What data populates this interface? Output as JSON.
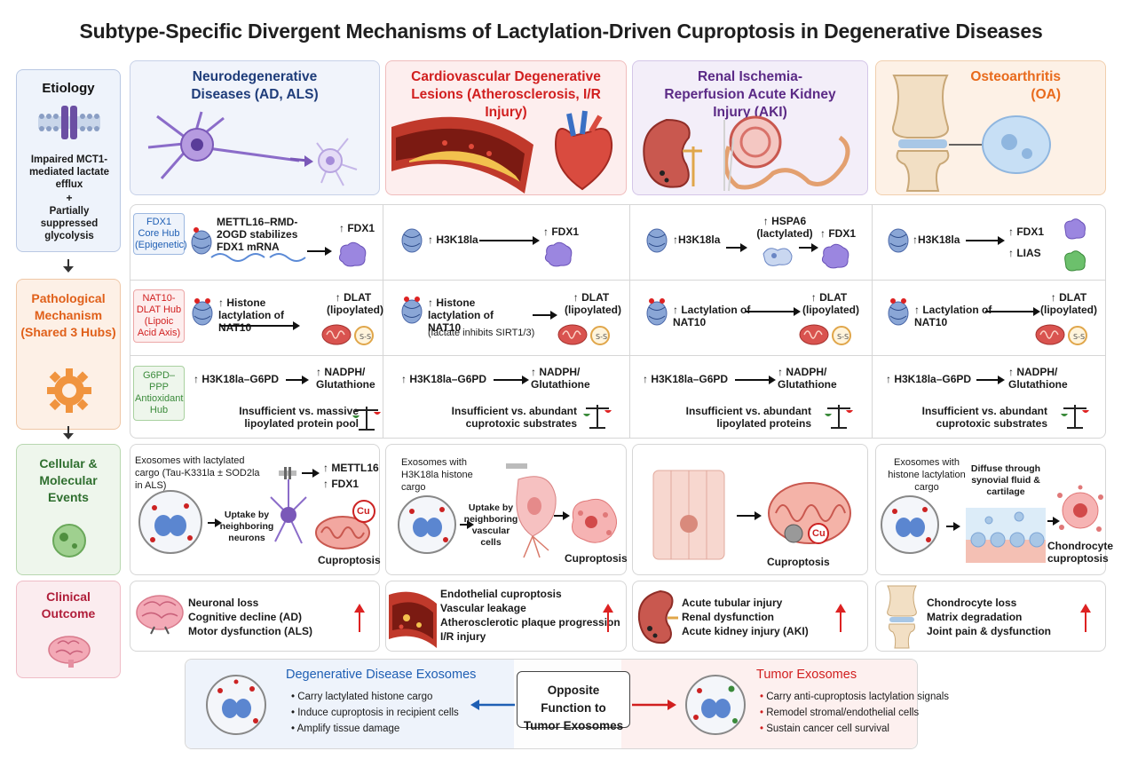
{
  "title": "Subtype-Specific Divergent Mechanisms of Lactylation-Driven Cuproptosis in Degenerative Diseases",
  "left": {
    "etiology": {
      "title": "Etiology",
      "text1": "Impaired MCT1-mediated lactate efflux",
      "plus": "+",
      "text2": "Partially suppressed glycolysis"
    },
    "pathological": {
      "title": "Pathological Mechanism (Shared 3 Hubs)"
    },
    "cellular": {
      "title": "Cellular & Molecular Events"
    },
    "clinical": {
      "title": "Clinical Outcome"
    }
  },
  "columns": [
    {
      "header": "Neurodegenerative Diseases (AD, ALS)",
      "color": "#1f3d7a"
    },
    {
      "header": "Cardiovascular Degenerative Lesions (Atherosclerosis, I/R Injury)",
      "color": "#d11f1f"
    },
    {
      "header": "Renal Ischemia-Reperfusion Acute Kidney Injury (AKI)",
      "color": "#5b2a86"
    },
    {
      "header": "Osteoarthritis (OA)",
      "color": "#e86a1c"
    }
  ],
  "hubs": {
    "fdx1": "FDX1 Core Hub (Epigenetic)",
    "dlat": "NAT10-DLAT Hub (Lipoic Acid Axis)",
    "g6pd": "G6PD–PPP Antioxidant Hub"
  },
  "rows": {
    "fdx1": {
      "c1": {
        "left": "METTL16–RMD-2OGD stabilizes FDX1 mRNA",
        "right": "↑ FDX1"
      },
      "c2": {
        "left": "↑ H3K18la",
        "right": "↑ FDX1"
      },
      "c3": {
        "left": "↑H3K18la",
        "mid": "↑ HSPA6 (lactylated)",
        "right": "↑ FDX1"
      },
      "c4": {
        "left": "↑H3K18la",
        "right1": "↑ FDX1",
        "right2": "↑ LIAS"
      }
    },
    "dlat": {
      "c1": {
        "left": "↑ Histone lactylation of NAT10",
        "right": "↑ DLAT (lipoylated)"
      },
      "c2": {
        "left": "↑ Histone lactylation of NAT10",
        "note": "(lactate inhibits SIRT1/3)",
        "right": "↑ DLAT (lipoylated)"
      },
      "c3": {
        "left": "↑ Lactylation of NAT10",
        "right": "↑ DLAT (lipoylated)"
      },
      "c4": {
        "left": "↑ Lactylation of NAT10",
        "right": "↑ DLAT (lipoylated)"
      }
    },
    "g6pd": {
      "c1": {
        "left": "↑ H3K18la–G6PD",
        "right": "↑ NADPH/ Glutathione",
        "note": "Insufficient vs. massive lipoylated protein pool"
      },
      "c2": {
        "left": "↑ H3K18la–G6PD",
        "right": "↑ NADPH/ Glutathione",
        "note": "Insufficient vs. abundant cuprotoxic substrates"
      },
      "c3": {
        "left": "↑ H3K18la–G6PD",
        "right": "↑ NADPH/ Glutathione",
        "note": "Insufficient vs. abundant lipoylated proteins"
      },
      "c4": {
        "left": "↑ H3K18la–G6PD",
        "right": "↑ NADPH/ Glutathione",
        "note": "Insufficient vs. abundant cuprotoxic substrates"
      }
    }
  },
  "cellular": {
    "c1": {
      "top": "Exosomes with lactylated cargo (Tau-K331la ± SOD2la in ALS)",
      "uptake": "Uptake by neighboring neurons",
      "markers": "↑ METTL16",
      "markers2": "↑ FDX1",
      "cu": "Cu",
      "label": "Cuproptosis"
    },
    "c2": {
      "top": "Exosomes with H3K18la histone cargo",
      "uptake": "Uptake by neighboring vascular cells",
      "label": "Cuproptosis"
    },
    "c3": {
      "cu": "Cu",
      "label": "Cuproptosis"
    },
    "c4": {
      "top": "Exosomes with histone lactylation cargo",
      "diffuse": "Diffuse through synovial fluid & cartilage",
      "label": "Chondrocyte cuproptosis"
    }
  },
  "clinical": {
    "c1": [
      "Neuronal loss",
      "Cognitive decline (AD)",
      "Motor dysfunction (ALS)"
    ],
    "c2": [
      "Endothelial cuproptosis",
      "Vascular leakage",
      "Atherosclerotic plaque progression",
      "I/R injury"
    ],
    "c3": [
      "Acute tubular injury",
      "Renal dysfunction",
      "Acute kidney injury (AKI)"
    ],
    "c4": [
      "Chondrocyte loss",
      "Matrix degradation",
      "Joint pain & dysfunction"
    ]
  },
  "bottom": {
    "left_title": "Degenerative Disease Exosomes",
    "left_items": [
      "Carry lactylated histone cargo",
      "Induce cuproptosis in recipient cells",
      "Amplify tissue damage"
    ],
    "center": "Opposite Function to Tumor Exosomes",
    "right_title": "Tumor Exosomes",
    "right_items": [
      "Carry anti-cuproptosis lactylation signals",
      "Remodel stromal/endothelial cells",
      "Sustain cancer cell survival"
    ]
  },
  "colors": {
    "blue": "#1f5fb4",
    "red": "#d11f1f",
    "green": "#3a8a3a",
    "orange": "#e86a1c",
    "purple": "#5b2a86"
  }
}
